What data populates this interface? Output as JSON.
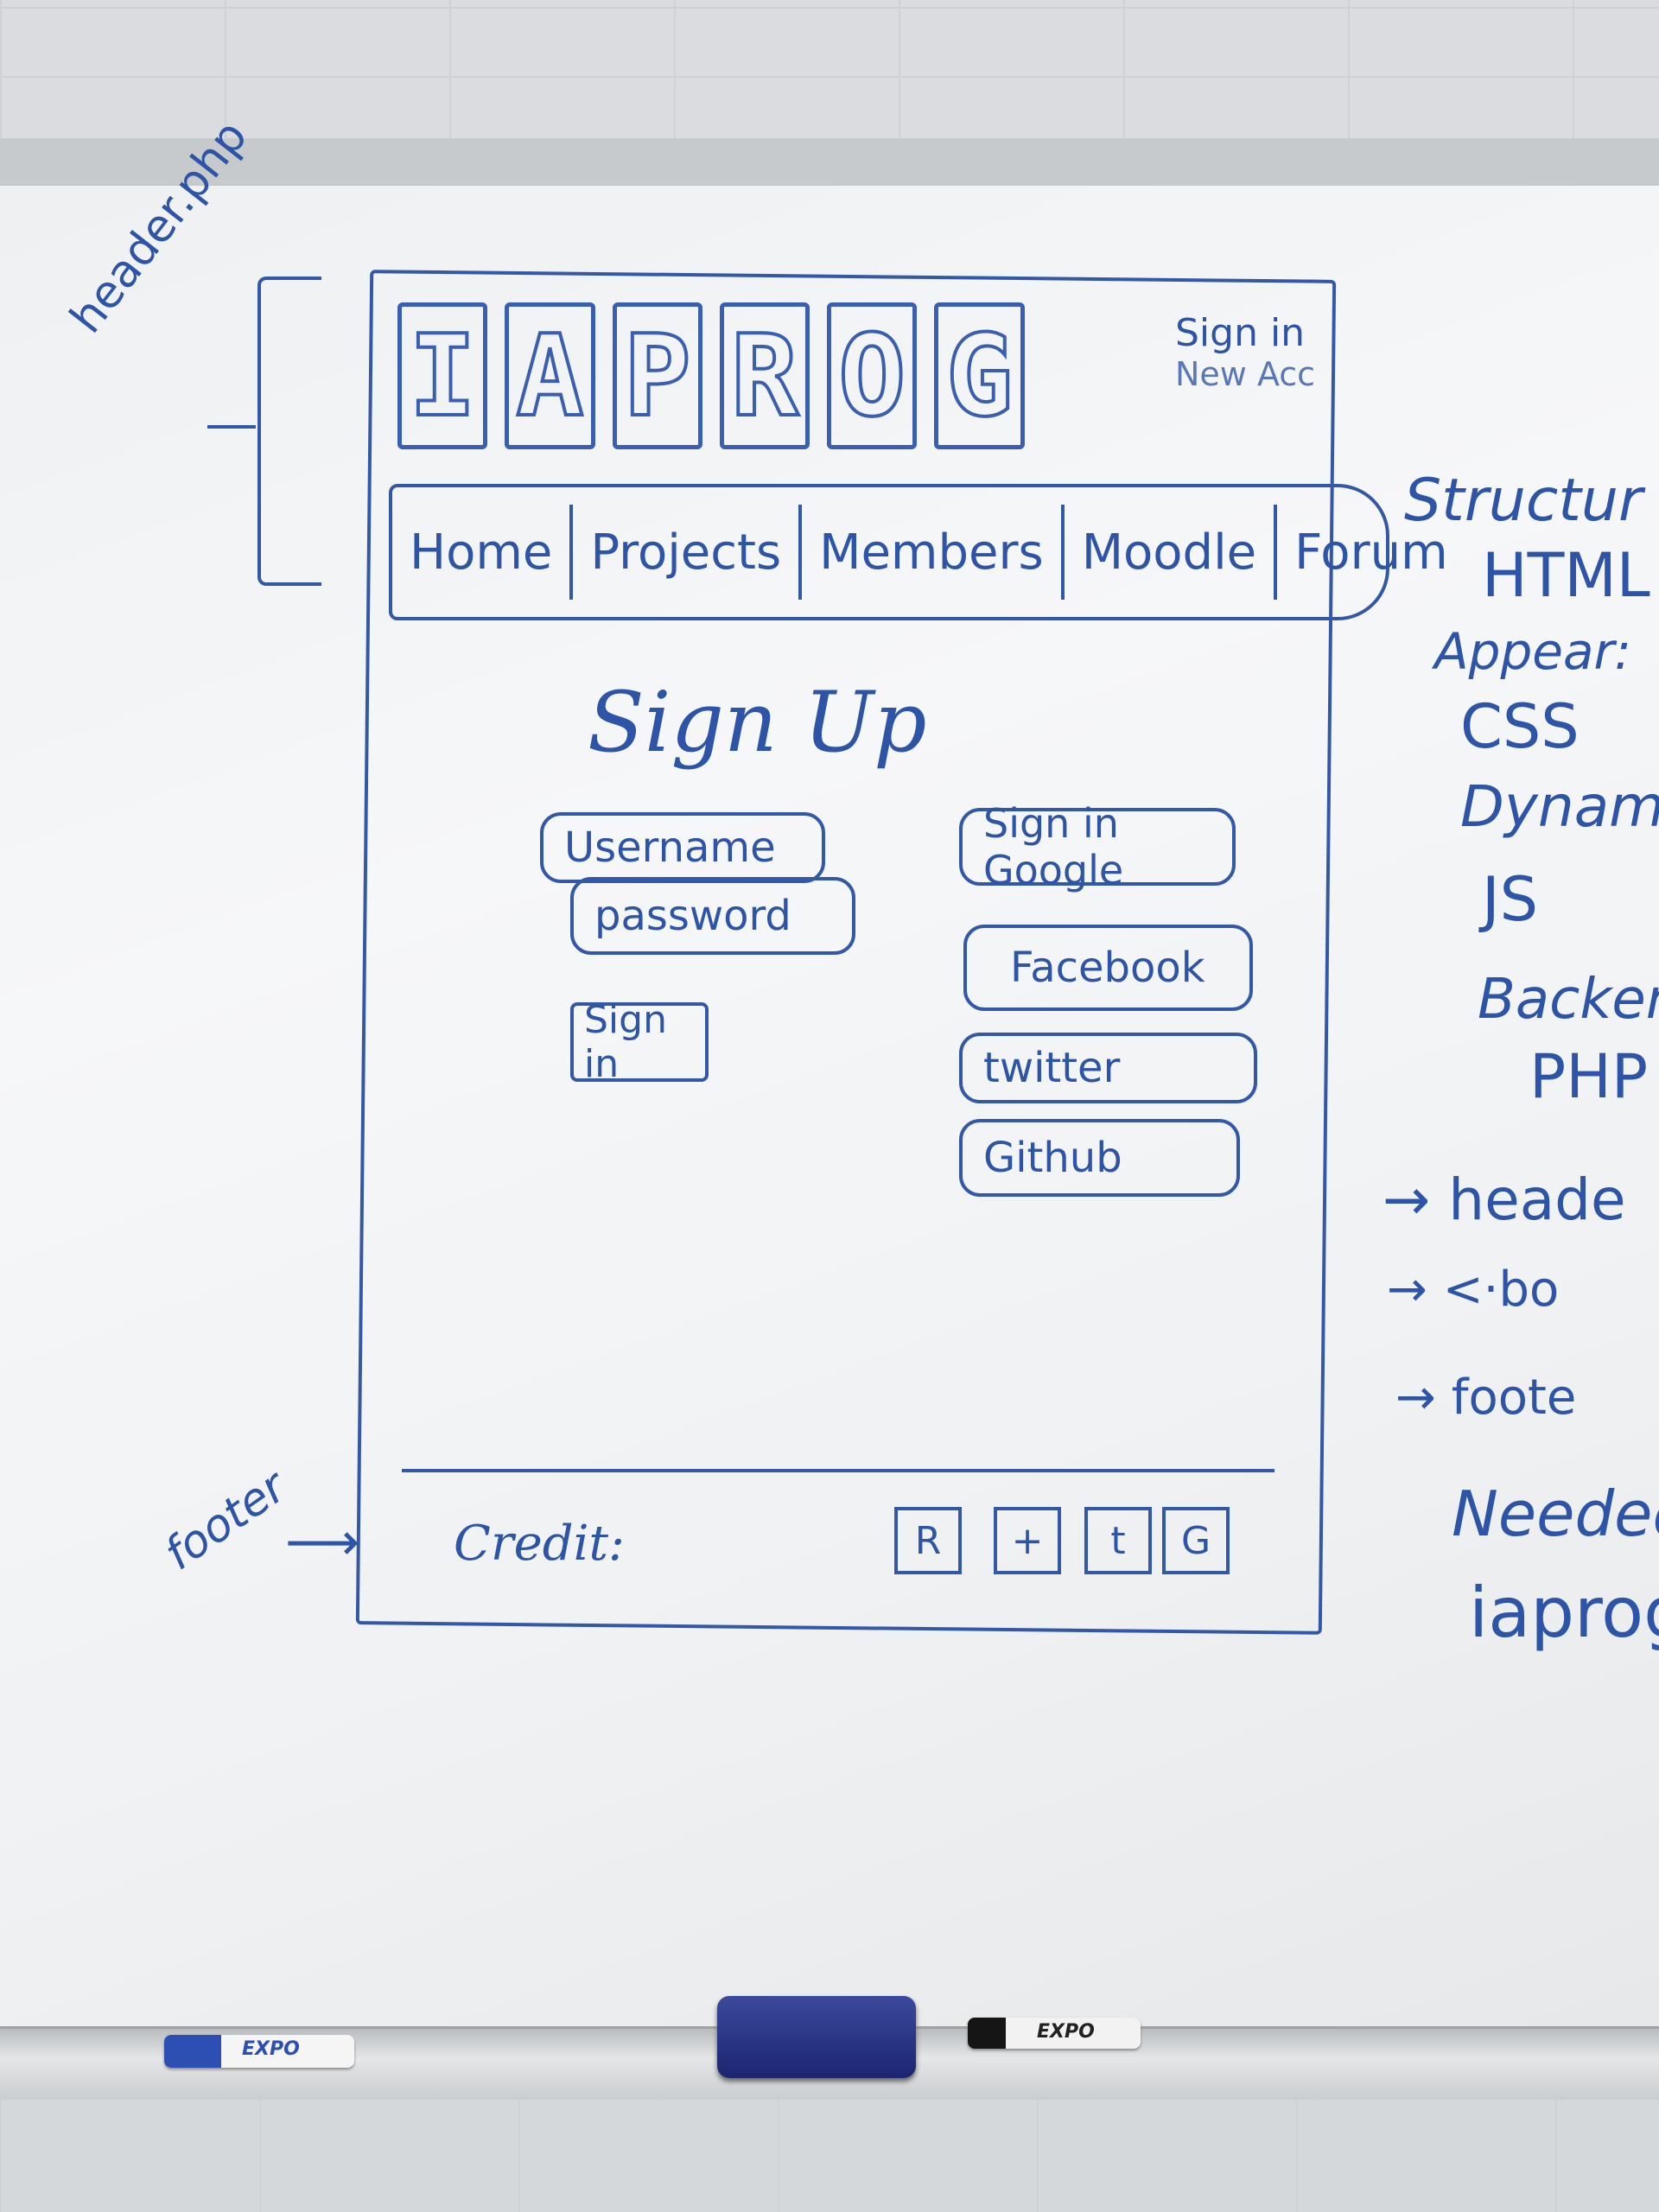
{
  "annotations": {
    "header_label": "header.php",
    "footer_label": "footer"
  },
  "logo": {
    "letters": [
      "I",
      "A",
      "P",
      "R",
      "O",
      "G"
    ]
  },
  "top_links": {
    "sign_in": "Sign in",
    "new_account": "New Acc"
  },
  "nav": {
    "items": [
      "Home",
      "Projects",
      "Members",
      "Moodle",
      "Forum"
    ]
  },
  "signup": {
    "title": "Sign Up",
    "username": "Username",
    "password": "password",
    "sign_in": "Sign in"
  },
  "social_login": {
    "google": "Sign in Google",
    "facebook": "Facebook",
    "twitter": "twitter",
    "github": "Github"
  },
  "footer": {
    "credit": "Credit:",
    "icons": [
      "R",
      "+",
      "t",
      "G"
    ]
  },
  "side_notes": {
    "structure": "Structur",
    "html": "HTML",
    "appear": "Appear:",
    "css": "CSS",
    "dynamic": "Dynami",
    "js": "JS",
    "backend": "Backen",
    "php": "PHP",
    "header": "→ heade",
    "body": "→ <·bo",
    "footer": "→ foote",
    "needed": "Needed:",
    "iaprog": "iaprog"
  },
  "markers": {
    "blue": "EXPO",
    "black": "EXPO"
  }
}
